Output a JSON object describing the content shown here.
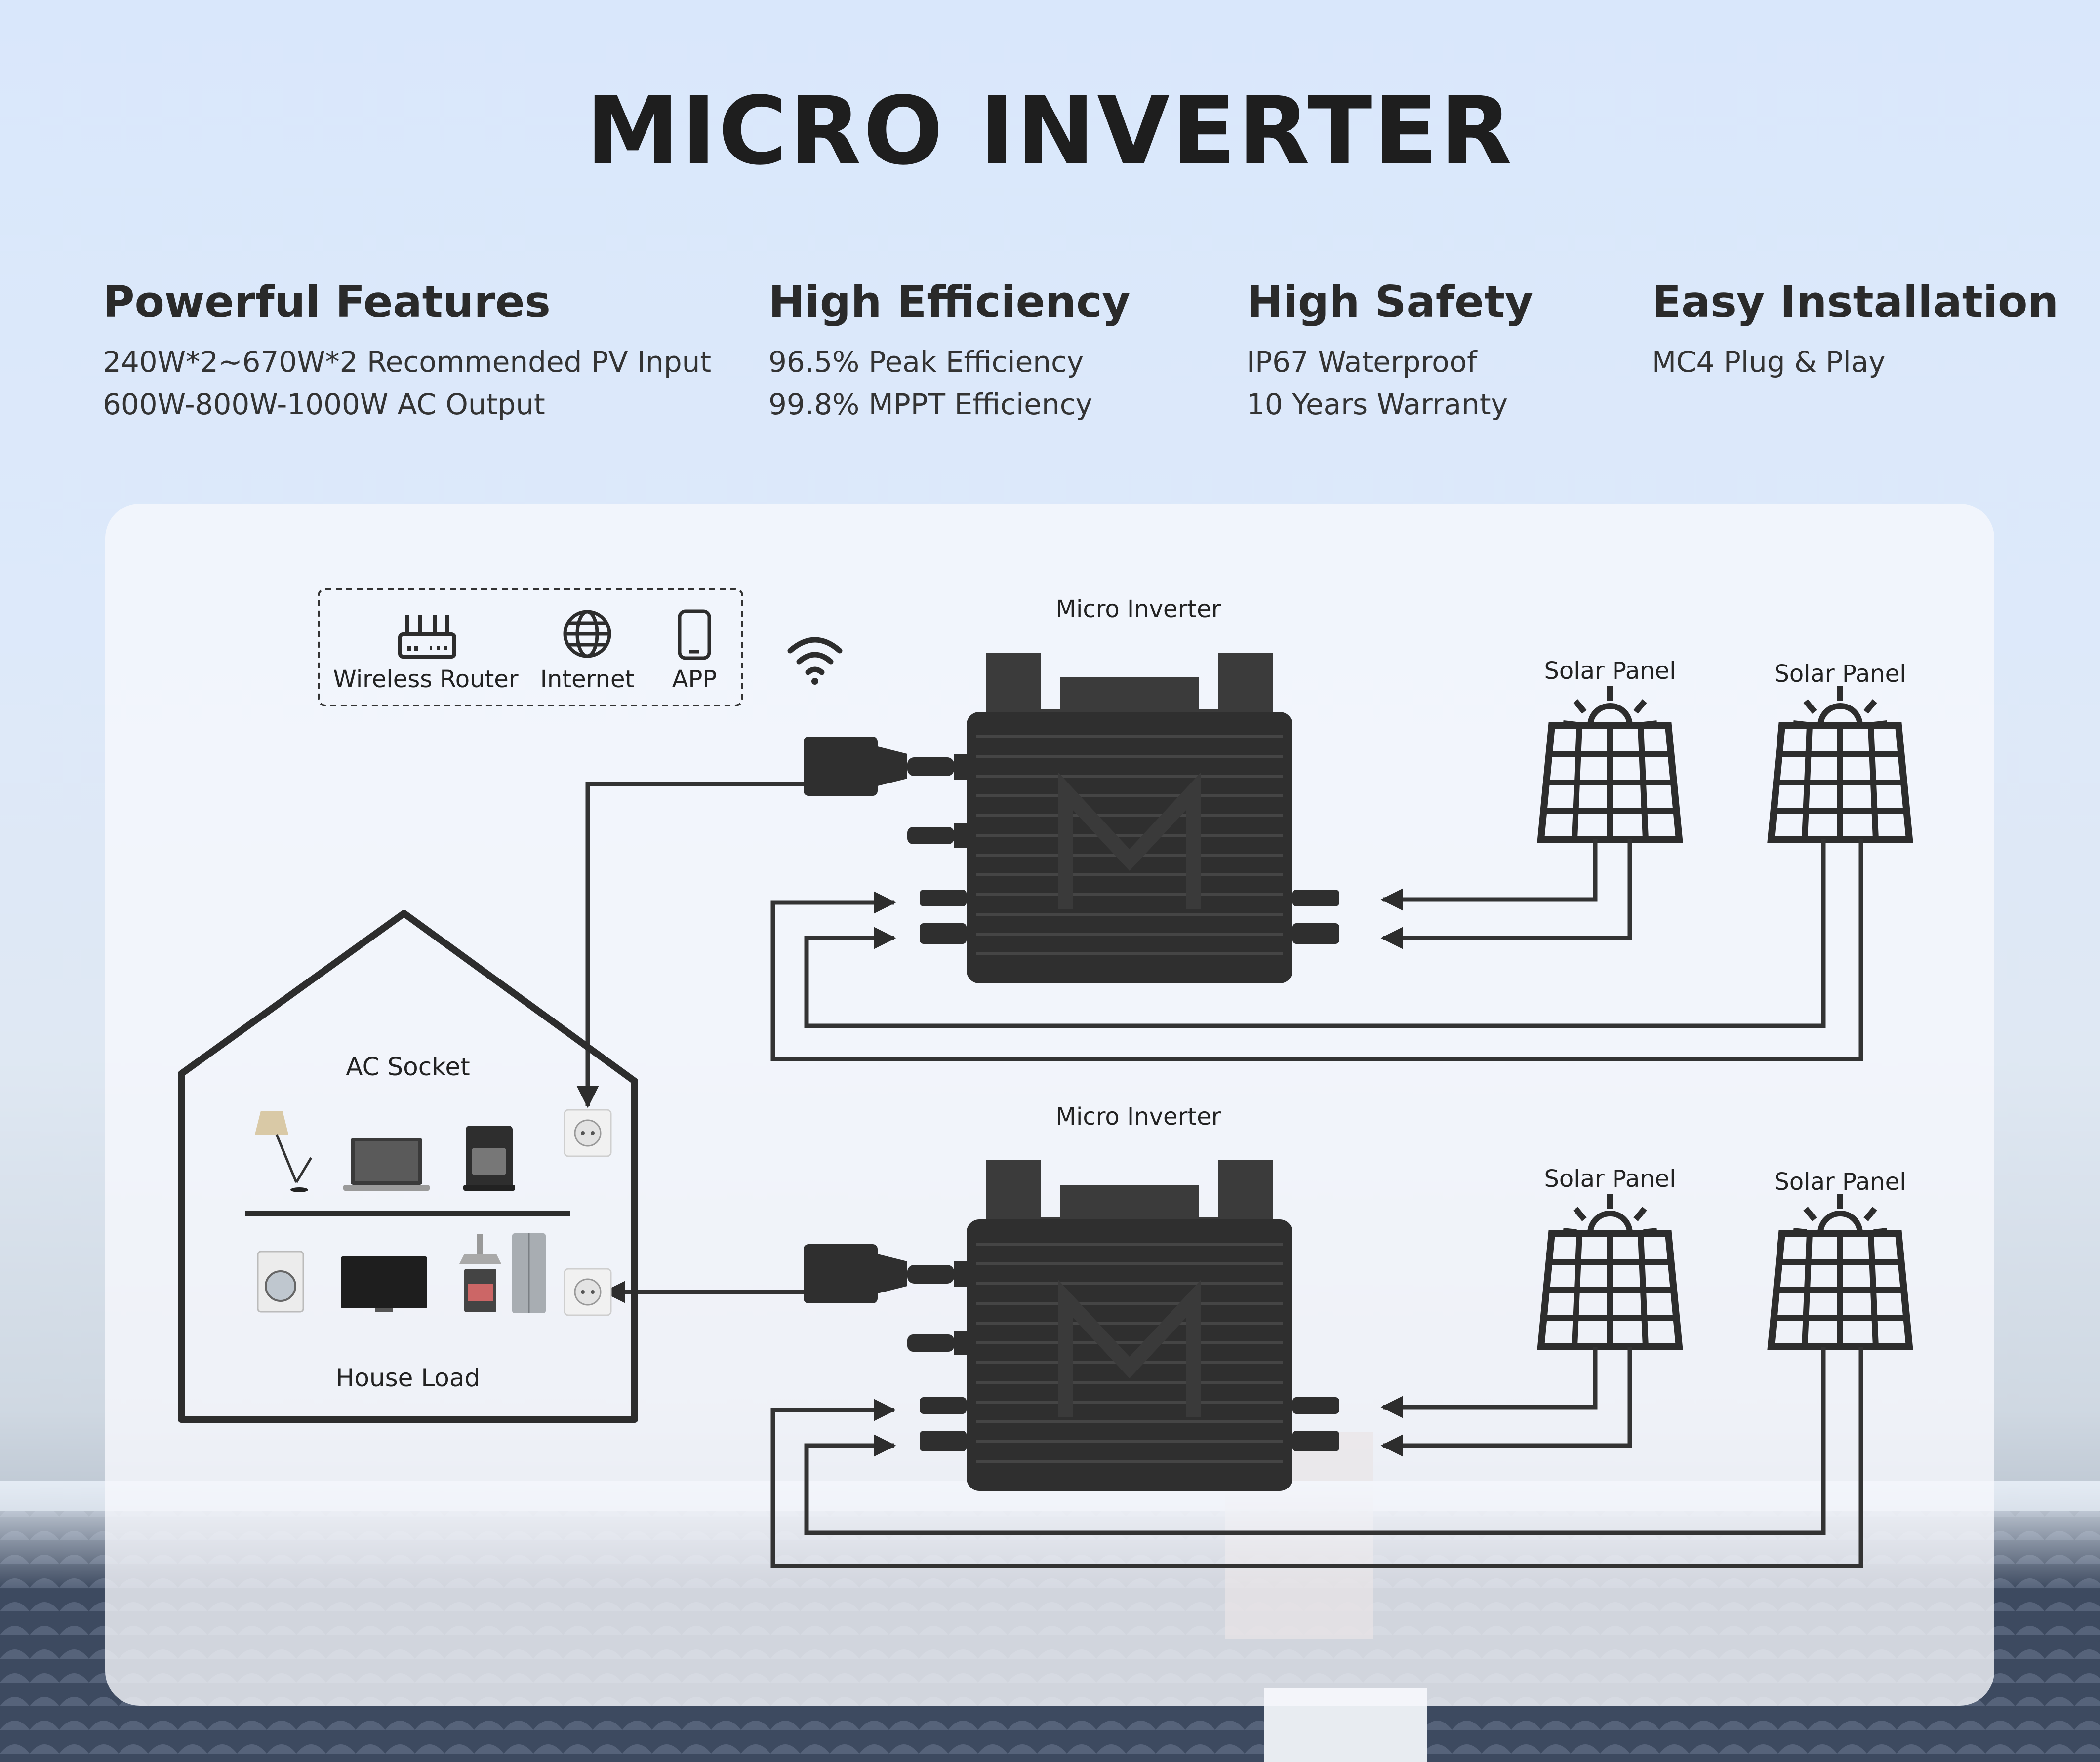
{
  "title": "MICRO INVERTER",
  "features": [
    {
      "heading": "Powerful Features",
      "lines": [
        "240W*2~670W*2 Recommended PV Input",
        "600W-800W-1000W AC Output"
      ]
    },
    {
      "heading": "High Efficiency",
      "lines": [
        "96.5% Peak Efficiency",
        "99.8% MPPT Efficiency"
      ]
    },
    {
      "heading": "High Safety",
      "lines": [
        "IP67 Waterproof",
        "10 Years Warranty"
      ]
    },
    {
      "heading": "Easy Installation",
      "lines": [
        "MC4 Plug & Play"
      ]
    }
  ],
  "diagram": {
    "network": {
      "router": "Wireless Router",
      "internet": "Internet",
      "app": "APP"
    },
    "inverter_label": "Micro Inverter",
    "solar_panel_label": "Solar Panel",
    "house": {
      "socket_label": "AC  Socket",
      "load_label": "House Load"
    }
  },
  "colors": {
    "line": "#3a3a3a",
    "device": "#2c2c2c",
    "title": "#1e1e1e"
  }
}
